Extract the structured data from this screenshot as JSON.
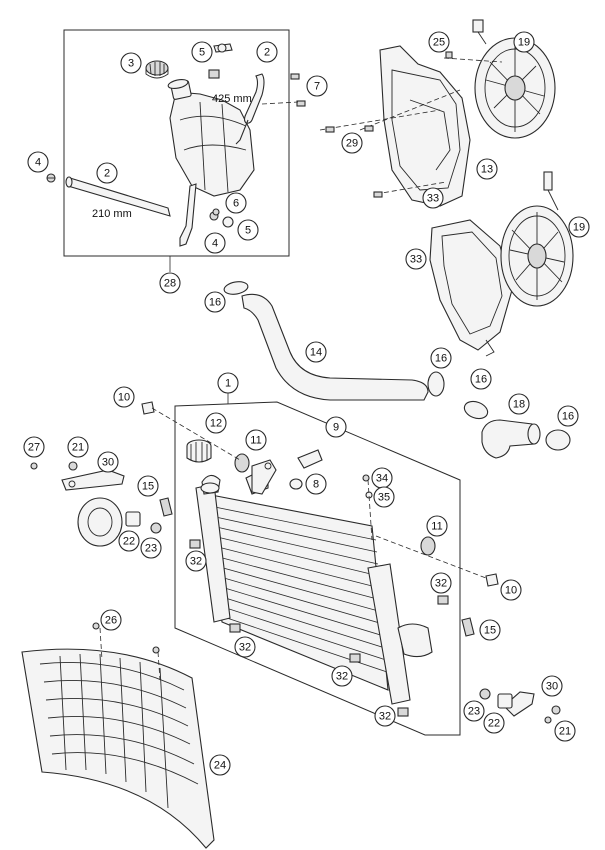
{
  "dimensions": {
    "hose_upper": "425 mm",
    "hose_lower": "210 mm"
  },
  "callouts": [
    {
      "id": "c1",
      "label": "1"
    },
    {
      "id": "c2a",
      "label": "2"
    },
    {
      "id": "c2b",
      "label": "2"
    },
    {
      "id": "c3",
      "label": "3"
    },
    {
      "id": "c4a",
      "label": "4"
    },
    {
      "id": "c4b",
      "label": "4"
    },
    {
      "id": "c5a",
      "label": "5"
    },
    {
      "id": "c5b",
      "label": "5"
    },
    {
      "id": "c6",
      "label": "6"
    },
    {
      "id": "c7",
      "label": "7"
    },
    {
      "id": "c8",
      "label": "8"
    },
    {
      "id": "c9",
      "label": "9"
    },
    {
      "id": "c10a",
      "label": "10"
    },
    {
      "id": "c10b",
      "label": "10"
    },
    {
      "id": "c11a",
      "label": "11"
    },
    {
      "id": "c11b",
      "label": "11"
    },
    {
      "id": "c12",
      "label": "12"
    },
    {
      "id": "c13",
      "label": "13"
    },
    {
      "id": "c14",
      "label": "14"
    },
    {
      "id": "c15a",
      "label": "15"
    },
    {
      "id": "c15b",
      "label": "15"
    },
    {
      "id": "c16a",
      "label": "16"
    },
    {
      "id": "c16b",
      "label": "16"
    },
    {
      "id": "c16c",
      "label": "16"
    },
    {
      "id": "c16d",
      "label": "16"
    },
    {
      "id": "c18",
      "label": "18"
    },
    {
      "id": "c19a",
      "label": "19"
    },
    {
      "id": "c19b",
      "label": "19"
    },
    {
      "id": "c21a",
      "label": "21"
    },
    {
      "id": "c21b",
      "label": "21"
    },
    {
      "id": "c22a",
      "label": "22"
    },
    {
      "id": "c22b",
      "label": "22"
    },
    {
      "id": "c23a",
      "label": "23"
    },
    {
      "id": "c23b",
      "label": "23"
    },
    {
      "id": "c24",
      "label": "24"
    },
    {
      "id": "c25",
      "label": "25"
    },
    {
      "id": "c26",
      "label": "26"
    },
    {
      "id": "c27",
      "label": "27"
    },
    {
      "id": "c28",
      "label": "28"
    },
    {
      "id": "c29",
      "label": "29"
    },
    {
      "id": "c30a",
      "label": "30"
    },
    {
      "id": "c30b",
      "label": "30"
    },
    {
      "id": "c32a",
      "label": "32"
    },
    {
      "id": "c32b",
      "label": "32"
    },
    {
      "id": "c32c",
      "label": "32"
    },
    {
      "id": "c32d",
      "label": "32"
    },
    {
      "id": "c32e",
      "label": "32"
    },
    {
      "id": "c32f",
      "label": "32"
    },
    {
      "id": "c33a",
      "label": "33"
    },
    {
      "id": "c33b",
      "label": "33"
    },
    {
      "id": "c34",
      "label": "34"
    },
    {
      "id": "c35",
      "label": "35"
    }
  ]
}
